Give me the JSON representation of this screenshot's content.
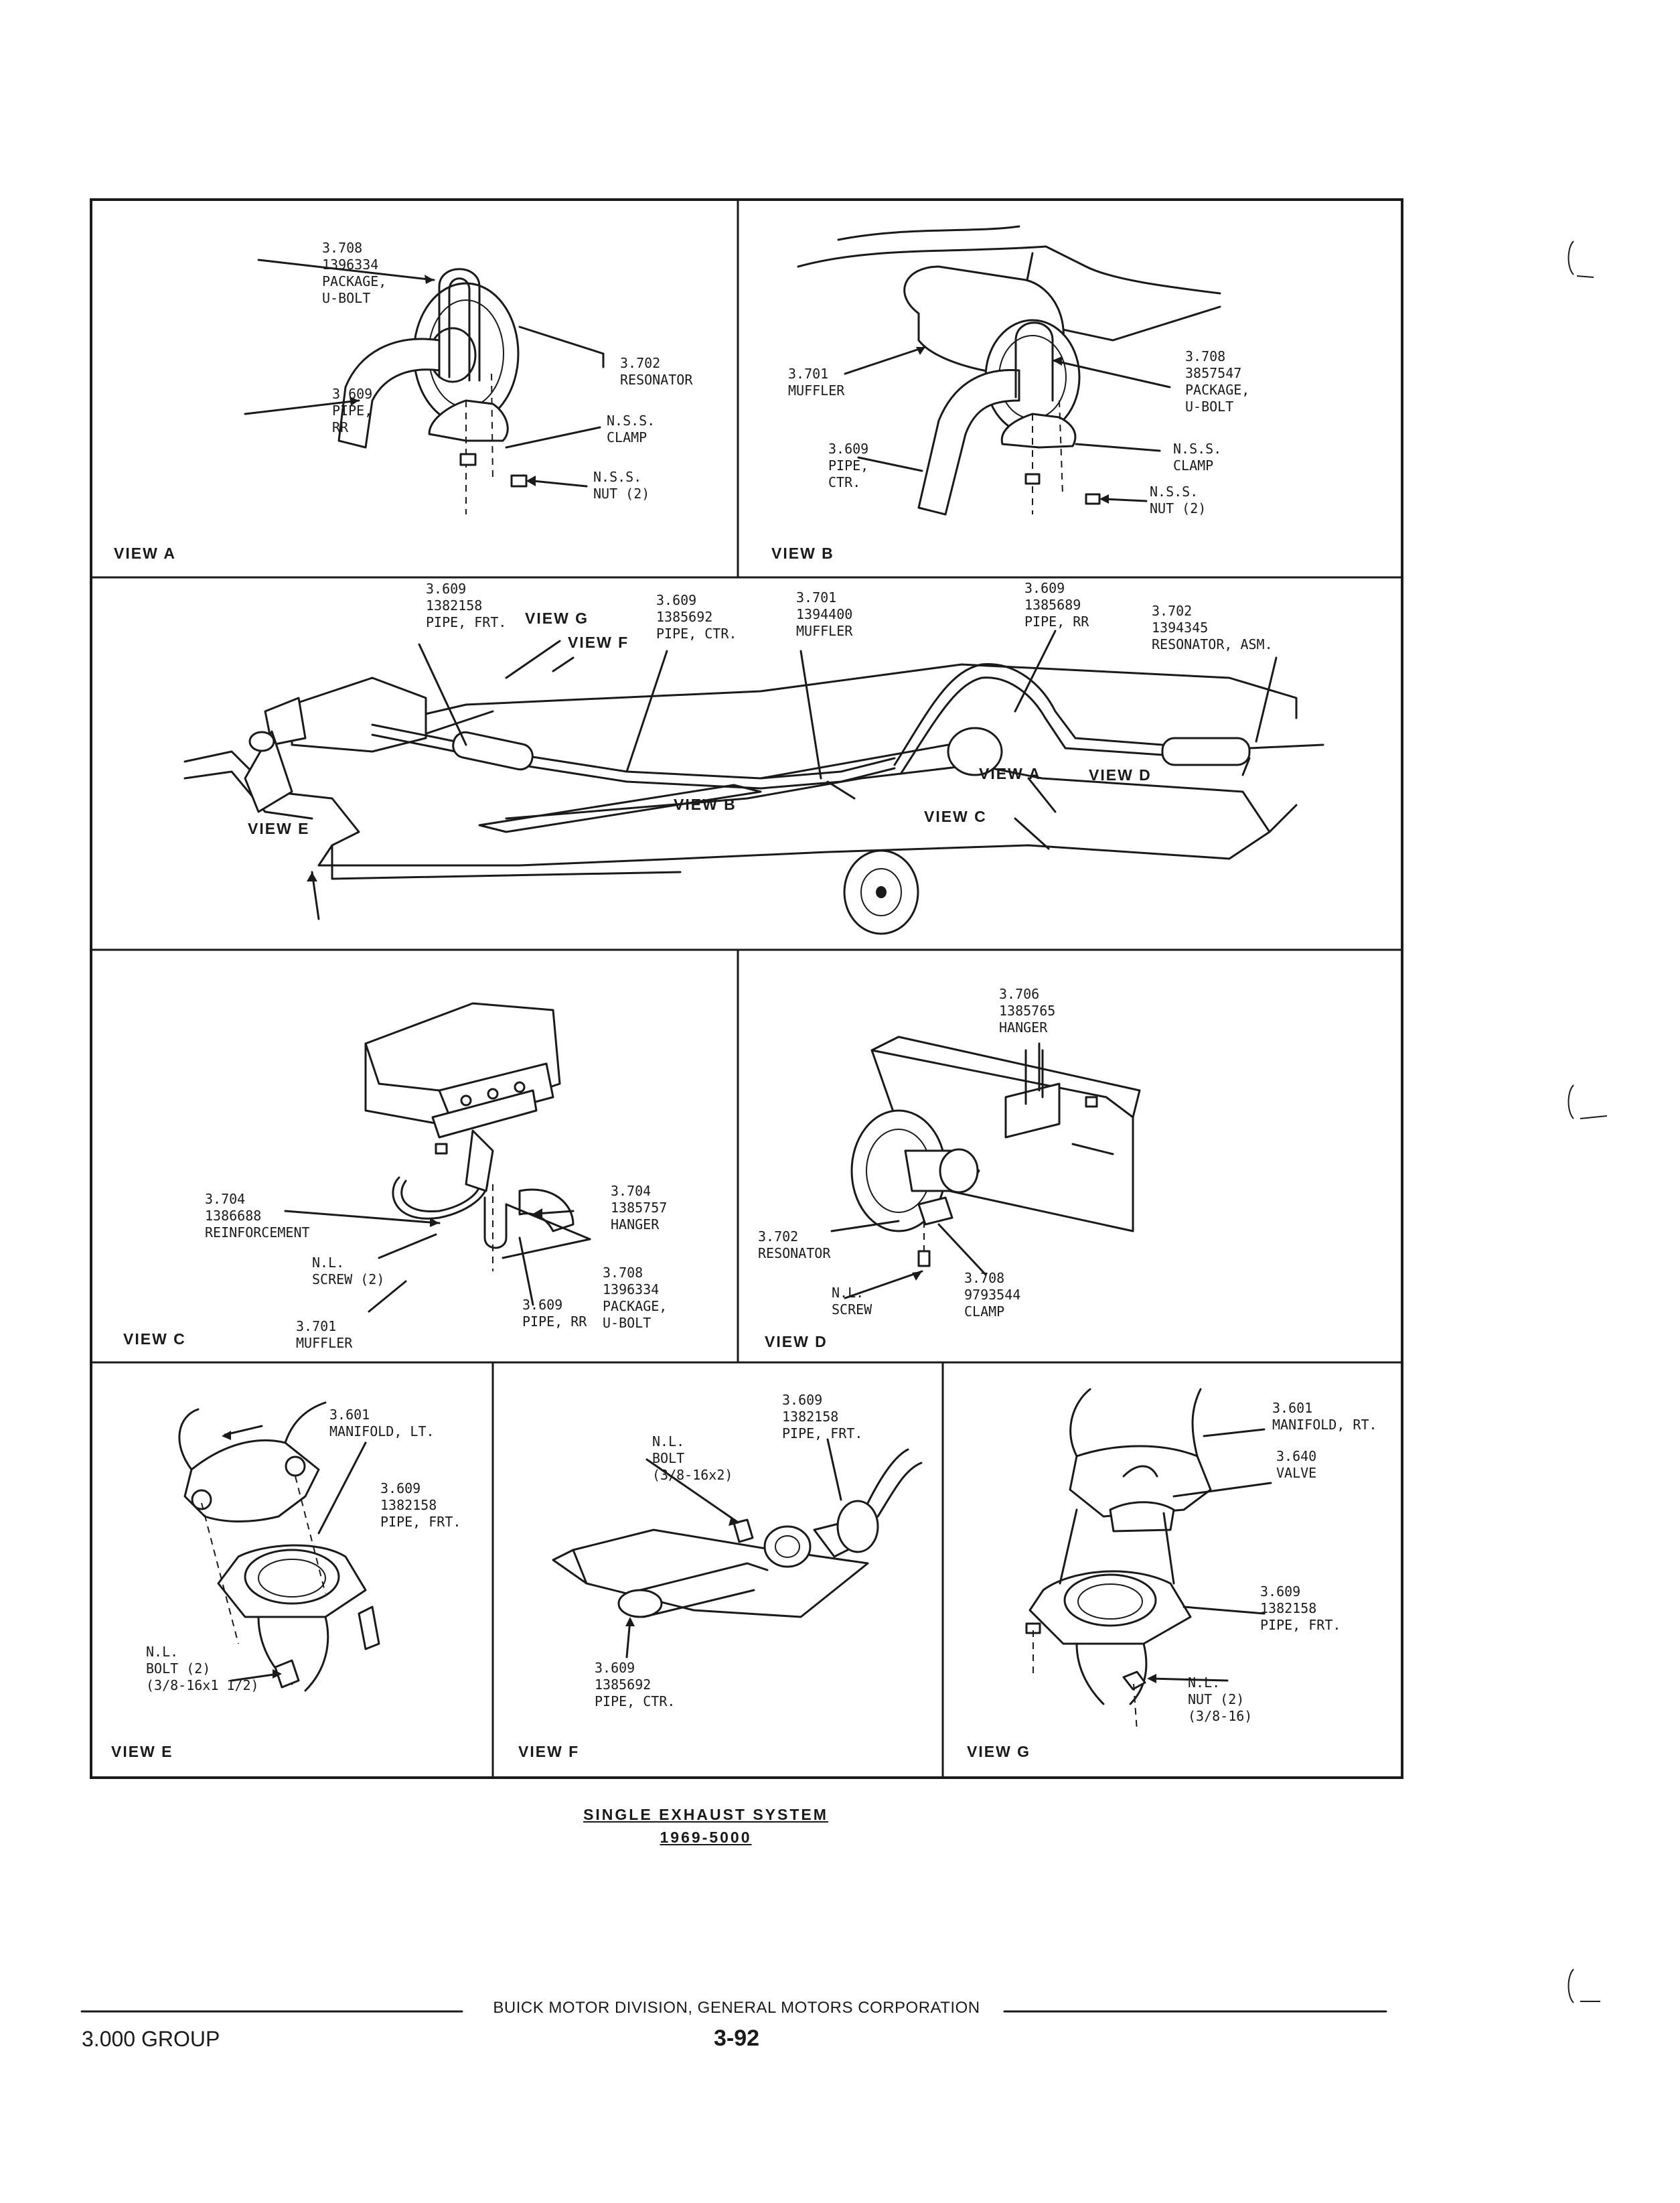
{
  "figure": {
    "caption_title": "SINGLE EXHAUST SYSTEM",
    "caption_code": "1969-5000"
  },
  "footer": {
    "division": "BUICK MOTOR DIVISION, GENERAL MOTORS CORPORATION",
    "group": "3.000 GROUP",
    "page": "3-92"
  },
  "view_a": {
    "title": "VIEW A",
    "callouts": {
      "ubolt": "3.708\n1396334\nPACKAGE,\nU-BOLT",
      "pipe": "3.609\nPIPE,\nRR",
      "resonator": "3.702\nRESONATOR",
      "clamp": "N.S.S.\nCLAMP",
      "nut": "N.S.S.\nNUT (2)"
    }
  },
  "view_b": {
    "title": "VIEW B",
    "callouts": {
      "muffler": "3.701\nMUFFLER",
      "ubolt": "3.708\n3857547\nPACKAGE,\nU-BOLT",
      "pipe": "3.609\nPIPE,\nCTR.",
      "clamp": "N.S.S.\nCLAMP",
      "nut": "N.S.S.\nNUT (2)"
    }
  },
  "overview": {
    "callouts": {
      "pipe_frt": "3.609\n1382158\nPIPE, FRT.",
      "pipe_ctr": "3.609\n1385692\nPIPE, CTR.",
      "muffler": "3.701\n1394400\nMUFFLER",
      "pipe_rr": "3.609\n1385689\nPIPE, RR",
      "resonator": "3.702\n1394345\nRESONATOR, ASM."
    },
    "view_labels": {
      "g": "VIEW G",
      "f": "VIEW F",
      "a": "VIEW A",
      "d": "VIEW D",
      "b": "VIEW B",
      "c": "VIEW C",
      "e": "VIEW E"
    }
  },
  "view_c": {
    "title": "VIEW C",
    "callouts": {
      "reinforcement": "3.704\n1386688\nREINFORCEMENT",
      "hanger": "3.704\n1385757\nHANGER",
      "screw": "N.L.\nSCREW (2)",
      "ubolt": "3.708\n1396334\nPACKAGE,\nU-BOLT",
      "muffler": "3.701\nMUFFLER",
      "pipe": "3.609\nPIPE, RR"
    }
  },
  "view_d": {
    "title": "VIEW D",
    "callouts": {
      "hanger": "3.706\n1385765\nHANGER",
      "resonator": "3.702\nRESONATOR",
      "screw": "N.L.\nSCREW",
      "clamp": "3.708\n9793544\nCLAMP"
    }
  },
  "view_e": {
    "title": "VIEW E",
    "callouts": {
      "manifold": "3.601\nMANIFOLD, LT.",
      "pipe": "3.609\n1382158\nPIPE, FRT.",
      "bolt": "N.L.\nBOLT (2)\n(3/8-16x1 1/2)"
    }
  },
  "view_f": {
    "title": "VIEW F",
    "callouts": {
      "pipe_frt": "3.609\n1382158\nPIPE, FRT.",
      "bolt": "N.L.\nBOLT\n(3/8-16x2)",
      "pipe_ctr": "3.609\n1385692\nPIPE, CTR."
    }
  },
  "view_g": {
    "title": "VIEW G",
    "callouts": {
      "manifold": "3.601\nMANIFOLD, RT.",
      "valve": "3.640\nVALVE",
      "pipe": "3.609\n1382158\nPIPE, FRT.",
      "nut": "N.L.\nNUT (2)\n(3/8-16)"
    }
  }
}
